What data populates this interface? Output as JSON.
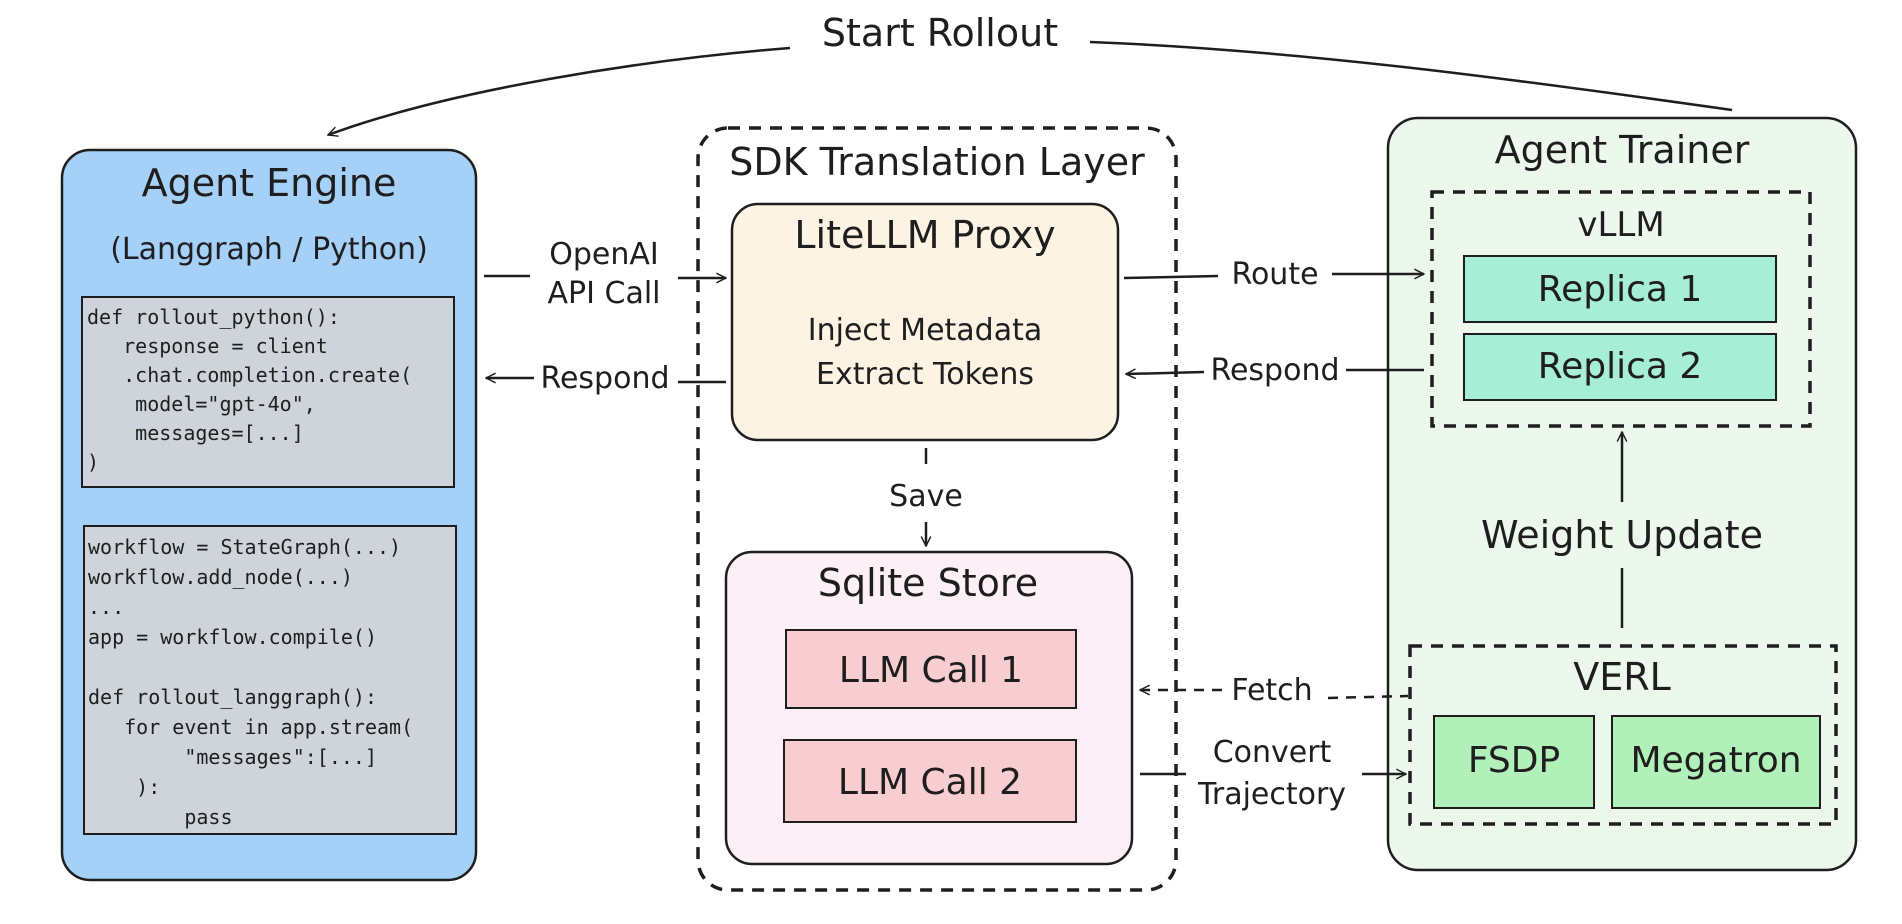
{
  "colors": {
    "agent_engine": "#a5d0f8",
    "code_block": "#ced4da",
    "litellm": "#fdf3e3",
    "sqlite": "#fcf0f6",
    "llm_call": "#f8cdd0",
    "agent_trainer": "#ecf8ec",
    "replica": "#a6eed6",
    "verl_item": "#b2f0b9",
    "stroke": "#1e1e1e"
  },
  "start_rollout": "Start Rollout",
  "agent_engine": {
    "title": "Agent Engine",
    "subtitle": "(Langgraph / Python)",
    "code1": [
      "def rollout_python():",
      "   response = client",
      "   .chat.completion.create(",
      "    model=\"gpt-4o\",",
      "    messages=[...]",
      ")"
    ],
    "code2": [
      "workflow = StateGraph(...)",
      "workflow.add_node(...)",
      "...",
      "app = workflow.compile()",
      "",
      "def rollout_langgraph():",
      "   for event in app.stream(",
      "        \"messages\":[...]",
      "    ):",
      "        pass"
    ]
  },
  "sdk_layer": {
    "title": "SDK Translation Layer",
    "litellm": {
      "title": "LiteLLM Proxy",
      "line1": "Inject Metadata",
      "line2": "Extract Tokens"
    },
    "save": "Save",
    "sqlite": {
      "title": "Sqlite Store",
      "call1": "LLM Call 1",
      "call2": "LLM Call 2"
    }
  },
  "edges": {
    "openai_line1": "OpenAI",
    "openai_line2": "API Call",
    "respond_left": "Respond",
    "route": "Route",
    "respond_right": "Respond",
    "fetch": "Fetch",
    "convert_line1": "Convert",
    "convert_line2": "Trajectory",
    "weight_update": "Weight Update"
  },
  "agent_trainer": {
    "title": "Agent Trainer",
    "vllm": {
      "title": "vLLM",
      "replica1": "Replica 1",
      "replica2": "Replica 2"
    },
    "verl": {
      "title": "VERL",
      "fsdp": "FSDP",
      "megatron": "Megatron"
    }
  }
}
